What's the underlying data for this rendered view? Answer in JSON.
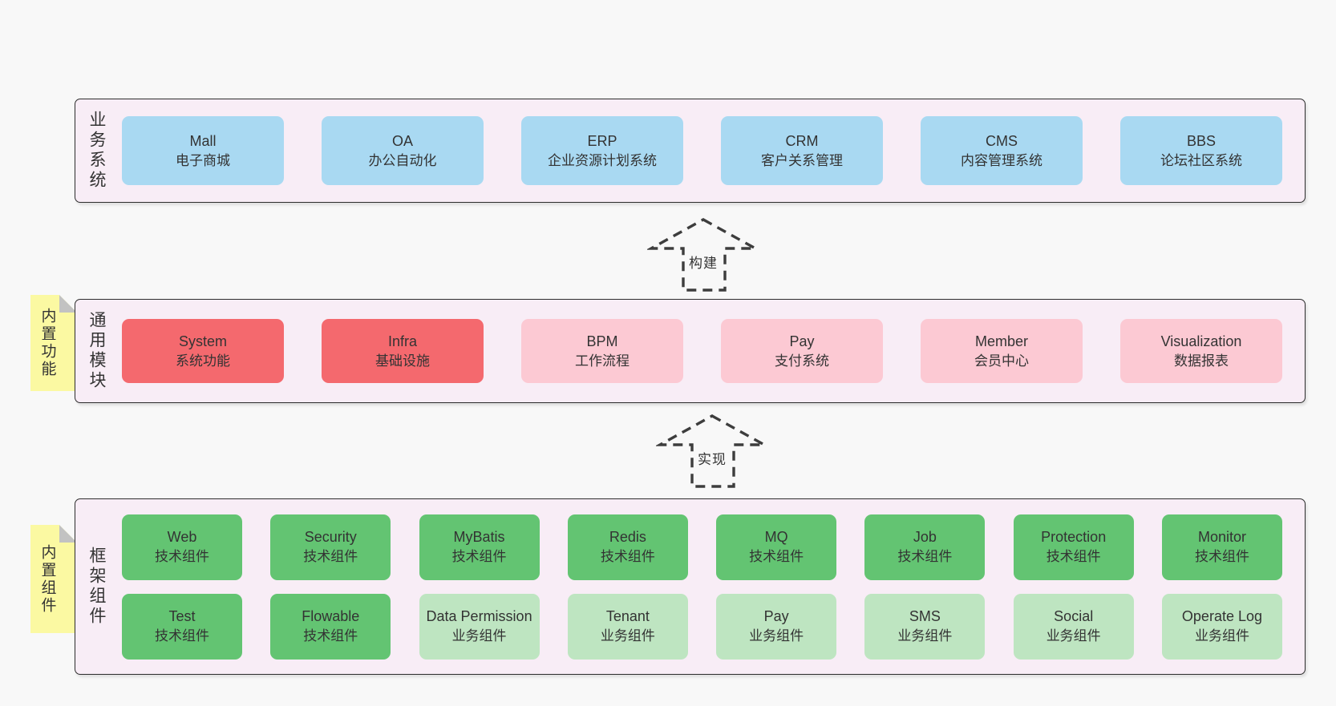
{
  "colors": {
    "pageBg": "#f8f8f8",
    "panelBg": "#f8edf6",
    "border": "#2d2d2d",
    "text": "#333333",
    "blue": "#a9d9f2",
    "red": "#f4696e",
    "pink": "#fcc9d3",
    "green": "#63c472",
    "greenLight": "#bee5c1",
    "sticky": "#fbf9a2",
    "fold": "#c2c2c2",
    "arrow": "#3d3d3d"
  },
  "arrows": {
    "build": "构建",
    "implement": "实现"
  },
  "sections": {
    "business": {
      "label": "业务系统",
      "items": [
        {
          "name": "Mall",
          "desc": "电子商城"
        },
        {
          "name": "OA",
          "desc": "办公自动化"
        },
        {
          "name": "ERP",
          "desc": "企业资源计划系统"
        },
        {
          "name": "CRM",
          "desc": "客户关系管理"
        },
        {
          "name": "CMS",
          "desc": "内容管理系统"
        },
        {
          "name": "BBS",
          "desc": "论坛社区系统"
        }
      ]
    },
    "modules": {
      "label": "通用模块",
      "sticky": "内置功能",
      "items": [
        {
          "name": "System",
          "desc": "系统功能",
          "variant": "red"
        },
        {
          "name": "Infra",
          "desc": "基础设施",
          "variant": "red"
        },
        {
          "name": "BPM",
          "desc": "工作流程",
          "variant": "pink"
        },
        {
          "name": "Pay",
          "desc": "支付系统",
          "variant": "pink"
        },
        {
          "name": "Member",
          "desc": "会员中心",
          "variant": "pink"
        },
        {
          "name": "Visualization",
          "desc": "数据报表",
          "variant": "pink"
        }
      ]
    },
    "components": {
      "label": "框架组件",
      "sticky": "内置组件",
      "rows": [
        [
          {
            "name": "Web",
            "desc": "技术组件",
            "variant": "green"
          },
          {
            "name": "Security",
            "desc": "技术组件",
            "variant": "green"
          },
          {
            "name": "MyBatis",
            "desc": "技术组件",
            "variant": "green"
          },
          {
            "name": "Redis",
            "desc": "技术组件",
            "variant": "green"
          },
          {
            "name": "MQ",
            "desc": "技术组件",
            "variant": "green"
          },
          {
            "name": "Job",
            "desc": "技术组件",
            "variant": "green"
          },
          {
            "name": "Protection",
            "desc": "技术组件",
            "variant": "green"
          },
          {
            "name": "Monitor",
            "desc": "技术组件",
            "variant": "green"
          }
        ],
        [
          {
            "name": "Test",
            "desc": "技术组件",
            "variant": "green"
          },
          {
            "name": "Flowable",
            "desc": "技术组件",
            "variant": "green"
          },
          {
            "name": "Data Permission",
            "desc": "业务组件",
            "variant": "green-lt"
          },
          {
            "name": "Tenant",
            "desc": "业务组件",
            "variant": "green-lt"
          },
          {
            "name": "Pay",
            "desc": "业务组件",
            "variant": "green-lt"
          },
          {
            "name": "SMS",
            "desc": "业务组件",
            "variant": "green-lt"
          },
          {
            "name": "Social",
            "desc": "业务组件",
            "variant": "green-lt"
          },
          {
            "name": "Operate Log",
            "desc": "业务组件",
            "variant": "green-lt"
          }
        ]
      ]
    }
  }
}
